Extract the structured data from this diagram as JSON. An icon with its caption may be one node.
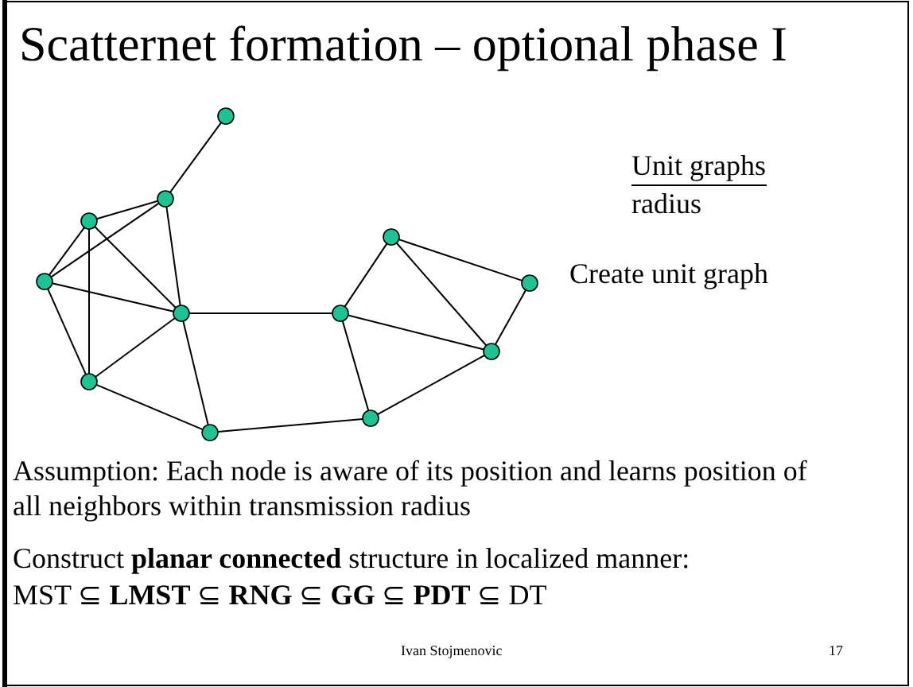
{
  "diagram": {
    "title": "Scatternet formation – optional phase I",
    "nodes": [
      {
        "text": [],
        "shape": "circle"
      },
      {
        "text": [],
        "shape": "circle"
      },
      {
        "text": [],
        "shape": "circle"
      },
      {
        "text": [],
        "shape": "circle"
      },
      {
        "text": [],
        "shape": "circle"
      },
      {
        "text": [],
        "shape": "circle"
      },
      {
        "text": [],
        "shape": "circle"
      },
      {
        "text": [],
        "shape": "circle"
      },
      {
        "text": [],
        "shape": "circle"
      },
      {
        "text": [],
        "shape": "circle"
      },
      {
        "text": [],
        "shape": "circle"
      },
      {
        "text": [],
        "shape": "circle"
      }
    ],
    "edges": [
      {
        "from": 0,
        "to": 1,
        "arrow": "none"
      },
      {
        "from": 1,
        "to": 2,
        "arrow": "none"
      },
      {
        "from": 1,
        "to": 3,
        "arrow": "none"
      },
      {
        "from": 1,
        "to": 4,
        "arrow": "none"
      },
      {
        "from": 2,
        "to": 3,
        "arrow": "none"
      },
      {
        "from": 2,
        "to": 11,
        "arrow": "none"
      },
      {
        "from": 2,
        "to": 4,
        "arrow": "none"
      },
      {
        "from": 3,
        "to": 4,
        "arrow": "none"
      },
      {
        "from": 3,
        "to": 11,
        "arrow": "none"
      },
      {
        "from": 11,
        "to": 4,
        "arrow": "none"
      },
      {
        "from": 11,
        "to": 10,
        "arrow": "none"
      },
      {
        "from": 4,
        "to": 10,
        "arrow": "none"
      },
      {
        "from": 4,
        "to": 5,
        "arrow": "none"
      },
      {
        "from": 5,
        "to": 6,
        "arrow": "none"
      },
      {
        "from": 5,
        "to": 8,
        "arrow": "none"
      },
      {
        "from": 5,
        "to": 9,
        "arrow": "none"
      },
      {
        "from": 6,
        "to": 7,
        "arrow": "none"
      },
      {
        "from": 6,
        "to": 8,
        "arrow": "none"
      },
      {
        "from": 7,
        "to": 8,
        "arrow": "none"
      },
      {
        "from": 8,
        "to": 9,
        "arrow": "none"
      },
      {
        "from": 10,
        "to": 9,
        "arrow": "none"
      }
    ],
    "labels": [
      "Unit graphs",
      "radius",
      "Create unit graph",
      "Assumption: Each node is aware of its position and learns position of all neighbors within transmission radius",
      "Construct **planar connected** structure in localized manner:",
      "MST ⊆ **LMST** ⊆ **RNG** ⊆ **GG** ⊆  **PDT** ⊆ DT",
      "Ivan Stojmenovic",
      "17"
    ]
  }
}
